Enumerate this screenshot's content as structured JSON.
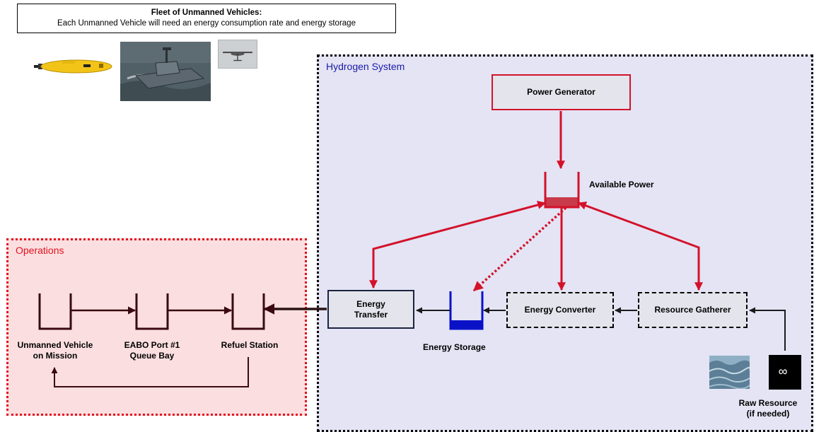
{
  "fleet": {
    "title": "Fleet of Unmanned Vehicles:",
    "subtitle": "Each Unmanned  Vehicle will need an energy consumption rate and energy storage"
  },
  "hydrogen": {
    "label": "Hydrogen System",
    "power_generator": "Power Generator",
    "available_power": "Available Power",
    "energy_transfer": "Energy\nTransfer",
    "energy_storage": "Energy Storage",
    "energy_converter": "Energy Converter",
    "resource_gatherer": "Resource Gatherer",
    "raw_resource": "Raw Resource\n(if needed)",
    "infinity": "∞"
  },
  "operations": {
    "label": "Operations",
    "unmanned_vehicle": "Unmanned Vehicle\non Mission",
    "eabo_port": "EABO Port #1\nQueue Bay",
    "refuel_station": "Refuel Station"
  },
  "colors": {
    "power_red": "#d3122a",
    "storage_blue": "#0a12c8",
    "ops_red": "#e2101e",
    "hydrogen_blue": "#1a1aa8",
    "ops_line": "#3a0a10"
  },
  "icons": [
    "auv-image",
    "boat-image",
    "drone-image",
    "water-image"
  ]
}
